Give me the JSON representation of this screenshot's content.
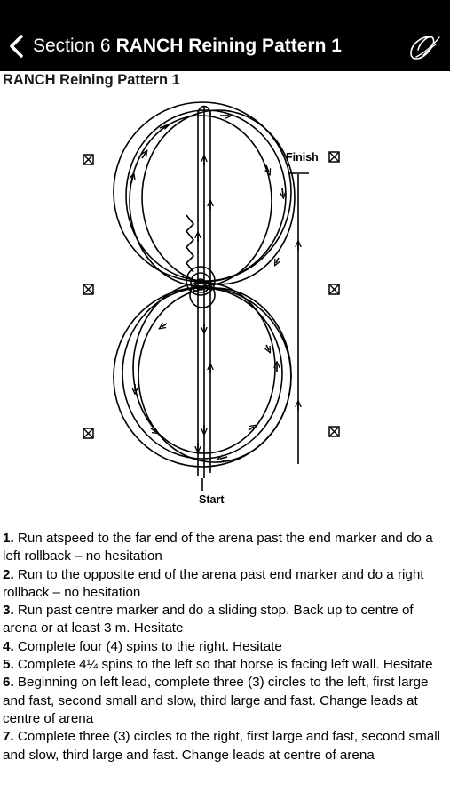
{
  "header": {
    "section": "Section 6",
    "title": "RANCH Reining Pattern 1",
    "back_icon": "chevron-left-icon",
    "logo_icon": "signature-logo-icon"
  },
  "page": {
    "heading": "RANCH Reining Pattern 1"
  },
  "diagram": {
    "finish_label": "Finish",
    "start_label": "Start",
    "marker_icon": "boxed-x-marker-icon"
  },
  "instructions": [
    {
      "num": "1.",
      "text": " Run atspeed to the far end of the arena past the end marker and do a left rollback – no hesitation"
    },
    {
      "num": "2.",
      "text": " Run to the opposite end of the arena past end marker and do a right rollback – no hesitation"
    },
    {
      "num": "3.",
      "text": " Run past centre marker and do a sliding stop. Back up to centre of arena or at least 3 m. Hesitate"
    },
    {
      "num": "4.",
      "text": " Complete four (4) spins to the right. Hesitate"
    },
    {
      "num": "5.",
      "text": " Complete 4¼ spins to the left so that horse is facing left wall. Hesitate"
    },
    {
      "num": "6.",
      "text": " Beginning on left lead, complete three (3) circles to the left, first large and fast, second small and slow, third large and fast. Change leads at centre of arena"
    },
    {
      "num": "7.",
      "text": " Complete three (3) circles to the right, first large and fast, second small and slow, third large and fast. Change leads at centre of arena"
    }
  ]
}
